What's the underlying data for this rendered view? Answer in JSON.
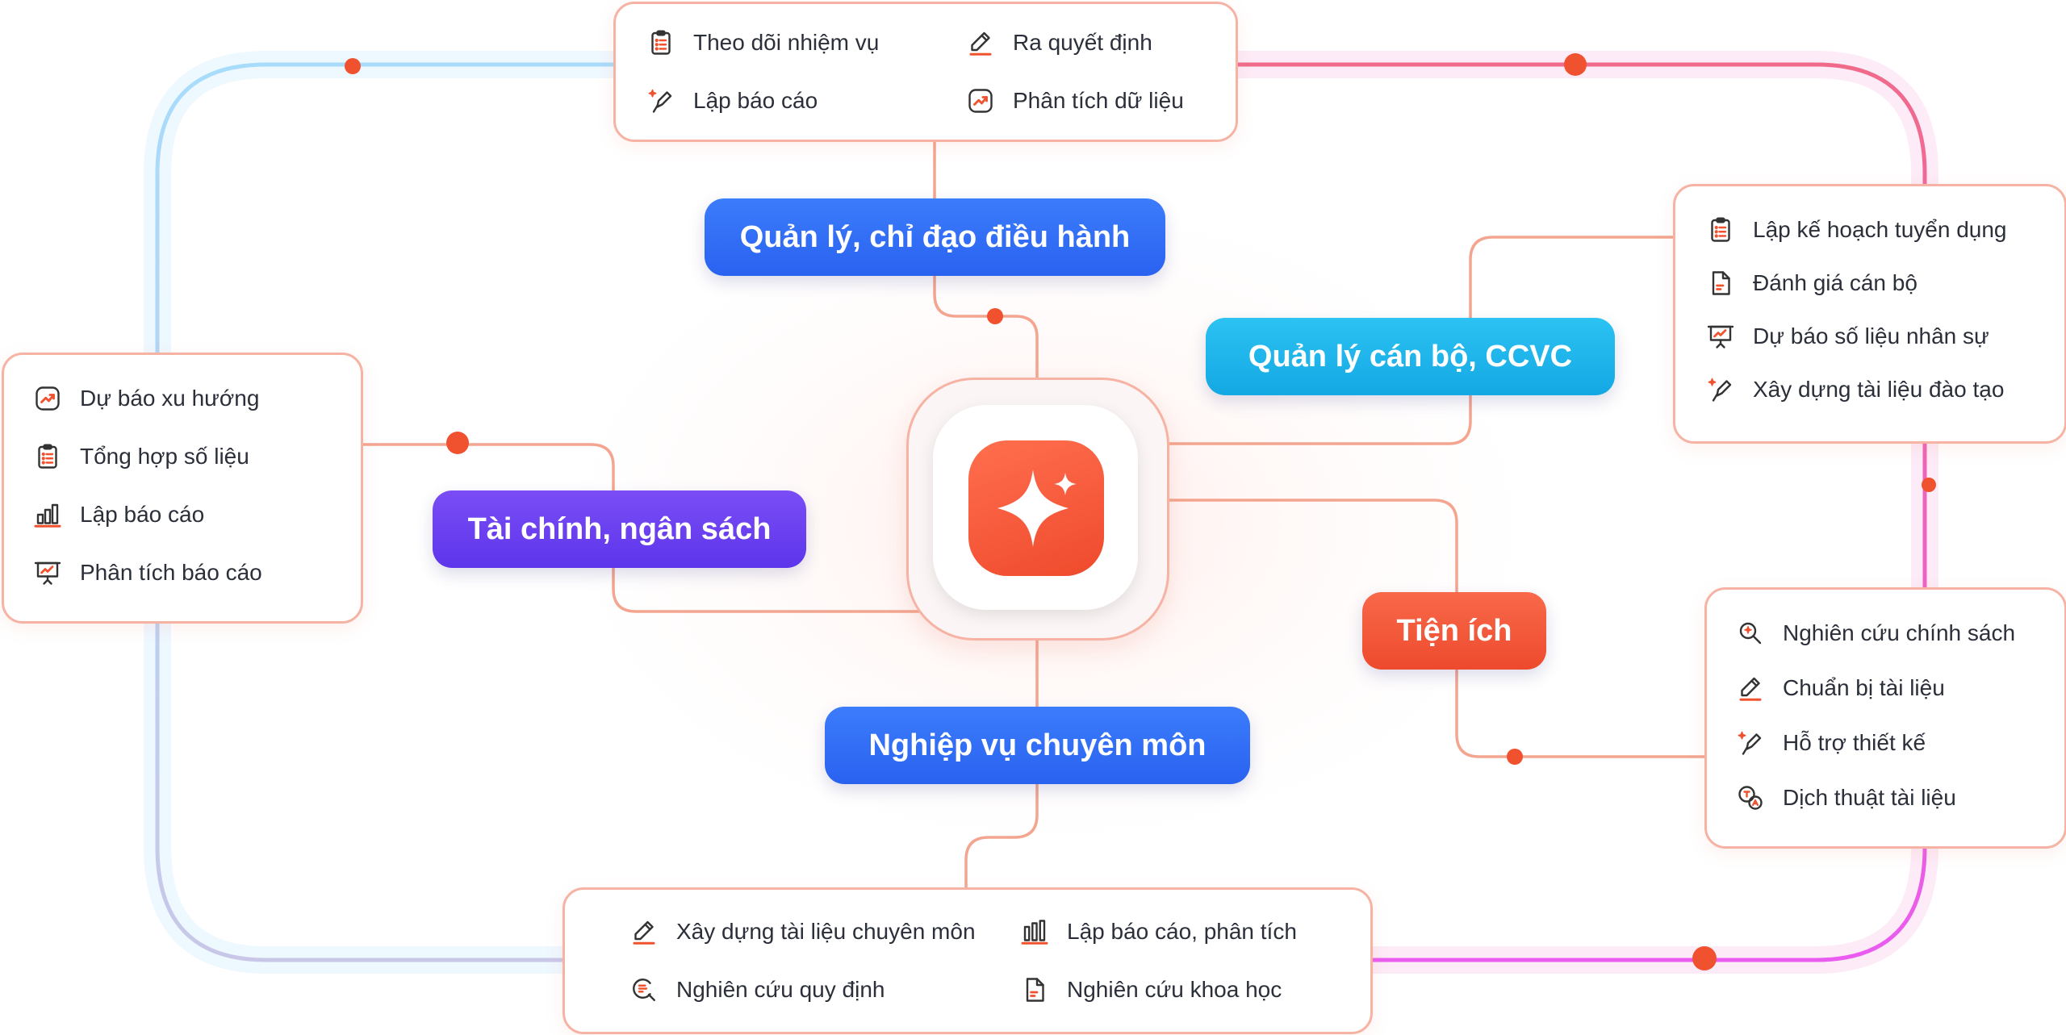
{
  "colors": {
    "accent_orange": "#f0522f",
    "connector": "#f3a58f",
    "pill_management": "#2f6bf5",
    "pill_staff": "#1cb4ea",
    "pill_finance": "#6b3ff0",
    "pill_utility": "#f2583a",
    "pill_professional": "#2f6bf5"
  },
  "hub": {
    "icon": "sparkle-icon"
  },
  "categories": {
    "management": {
      "label": "Quản lý, chỉ đạo điều hành"
    },
    "staff": {
      "label": "Quản lý cán bộ, CCVC"
    },
    "finance": {
      "label": "Tài chính, ngân sách"
    },
    "utility": {
      "label": "Tiện ích"
    },
    "professional": {
      "label": "Nghiệp vụ chuyên môn"
    }
  },
  "boxes": {
    "top": {
      "items": [
        {
          "label": "Theo dõi nhiệm vụ",
          "icon": "clipboard-list-icon"
        },
        {
          "label": "Ra quyết định",
          "icon": "pen-icon"
        },
        {
          "label": "Lập báo cáo",
          "icon": "magic-pen-icon"
        },
        {
          "label": "Phân tích dữ liệu",
          "icon": "trend-chart-icon"
        }
      ]
    },
    "left": {
      "items": [
        {
          "label": "Dự báo xu hướng",
          "icon": "trend-chart-icon"
        },
        {
          "label": "Tổng hợp số liệu",
          "icon": "clipboard-list-icon"
        },
        {
          "label": "Lập báo cáo",
          "icon": "bar-chart-icon"
        },
        {
          "label": "Phân tích báo cáo",
          "icon": "presentation-icon"
        }
      ]
    },
    "right_top": {
      "items": [
        {
          "label": "Lập kế hoạch tuyển dụng",
          "icon": "clipboard-list-icon"
        },
        {
          "label": "Đánh giá cán bộ",
          "icon": "document-icon"
        },
        {
          "label": "Dự báo số liệu nhân sự",
          "icon": "presentation-icon"
        },
        {
          "label": "Xây dựng tài liệu đào tạo",
          "icon": "magic-pen-icon"
        }
      ]
    },
    "right_bottom": {
      "items": [
        {
          "label": "Nghiên cứu chính sách",
          "icon": "search-sparkle-icon"
        },
        {
          "label": "Chuẩn bị tài liệu",
          "icon": "pen-icon"
        },
        {
          "label": "Hỗ trợ thiết kế",
          "icon": "magic-pen-icon"
        },
        {
          "label": "Dịch thuật tài liệu",
          "icon": "translate-icon"
        }
      ]
    },
    "bottom": {
      "items": [
        {
          "label": "Xây dựng tài liệu chuyên môn",
          "icon": "pen-icon"
        },
        {
          "label": "Lập báo cáo, phân tích",
          "icon": "bar-chart-icon"
        },
        {
          "label": "Nghiên cứu quy định",
          "icon": "search-doc-icon"
        },
        {
          "label": "Nghiên cứu khoa học",
          "icon": "document-icon"
        }
      ]
    }
  }
}
